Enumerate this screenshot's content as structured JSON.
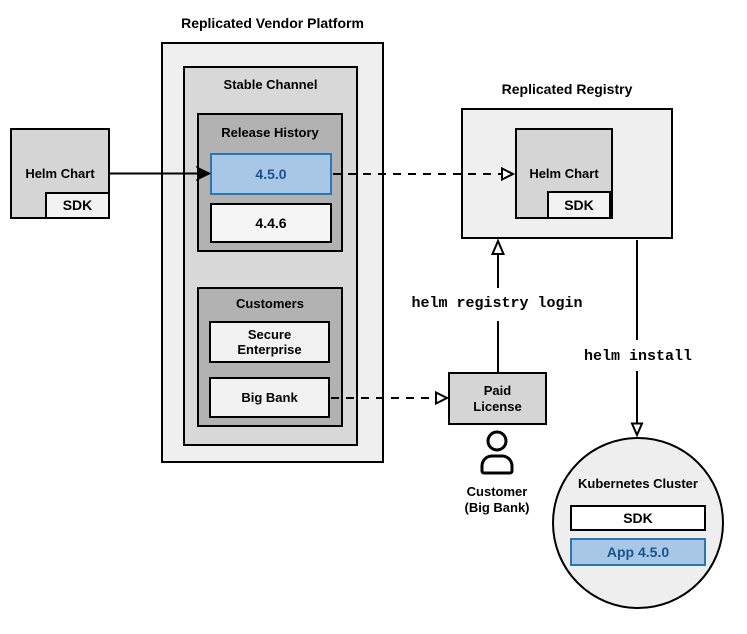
{
  "colors": {
    "highlight_fill": "#A8C6E5",
    "highlight_border": "#2D76B5",
    "highlight_text": "#17548F",
    "box_light_gray": "#EFEFEF",
    "box_mid_gray": "#D8D8D8",
    "box_dark_gray": "#B2B2B2"
  },
  "platform": {
    "title": "Replicated Vendor Platform",
    "stable_channel_label": "Stable Channel",
    "release_history": {
      "label": "Release History",
      "releases": [
        {
          "version": "4.5.0",
          "highlighted": true
        },
        {
          "version": "4.4.6",
          "highlighted": false
        }
      ]
    },
    "customers": {
      "label": "Customers",
      "items": [
        "Secure Enterprise",
        "Big Bank"
      ]
    }
  },
  "vendor_chart": {
    "label": "Helm Chart",
    "sdk": "SDK"
  },
  "registry": {
    "title": "Replicated Registry",
    "chart_label": "Helm Chart",
    "sdk": "SDK"
  },
  "license": {
    "label": "Paid License"
  },
  "customer": {
    "name": "Customer",
    "company": "(Big Bank)"
  },
  "commands": {
    "login": "helm registry login",
    "install": "helm install"
  },
  "cluster": {
    "title": "Kubernetes Cluster",
    "sdk": "SDK",
    "app": "App 4.5.0"
  }
}
